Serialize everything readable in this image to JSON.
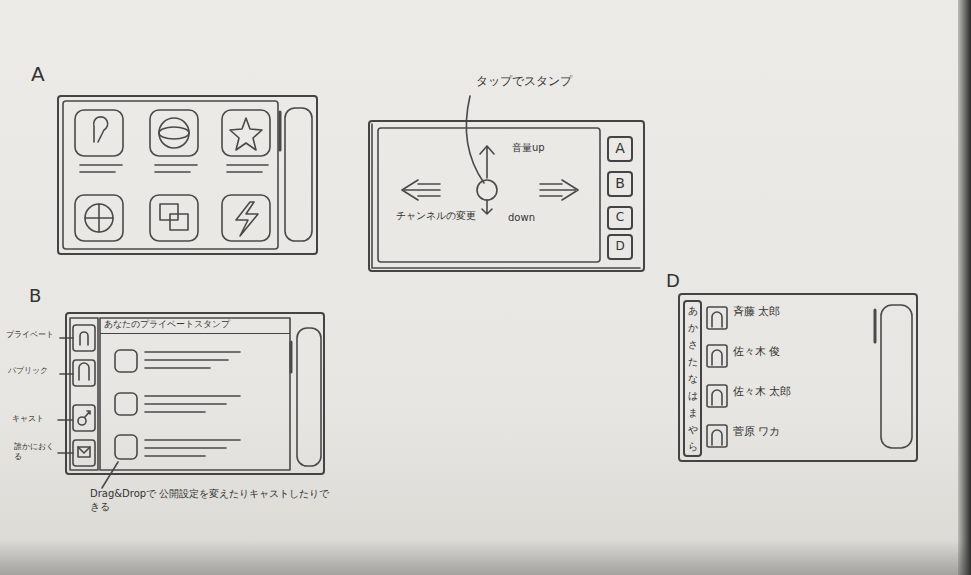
{
  "diagram": {
    "nodes": [
      {
        "text": [
          "A"
        ]
      },
      {
        "text": [
          "音量up",
          "チャンネルの変更",
          "down"
        ]
      },
      {
        "text": [
          "A"
        ],
        "in": 1
      },
      {
        "text": [
          "B"
        ],
        "in": 1
      },
      {
        "text": [
          "C"
        ],
        "in": 1
      },
      {
        "text": [
          "D"
        ],
        "in": 1
      },
      {
        "text": [
          "B"
        ]
      },
      {
        "text": [
          "あなたのプライベートスタンプ"
        ],
        "in": 6
      },
      {
        "text": [
          "D"
        ]
      },
      {
        "text": [
          "あ",
          "か",
          "さ",
          "た",
          "な",
          "は",
          "ま",
          "や",
          "ら"
        ],
        "in": 8
      }
    ],
    "labels": [
      "タップでスタンプ",
      "プライベート",
      "パブリック",
      "キャスト",
      "誰かにおくる",
      "Drag&Dropで 公開設定を変えたりキャストしたりできる",
      "斉藤 太郎",
      "佐々木 俊",
      "佐々木 太郎",
      "菅原 ワカ"
    ]
  }
}
